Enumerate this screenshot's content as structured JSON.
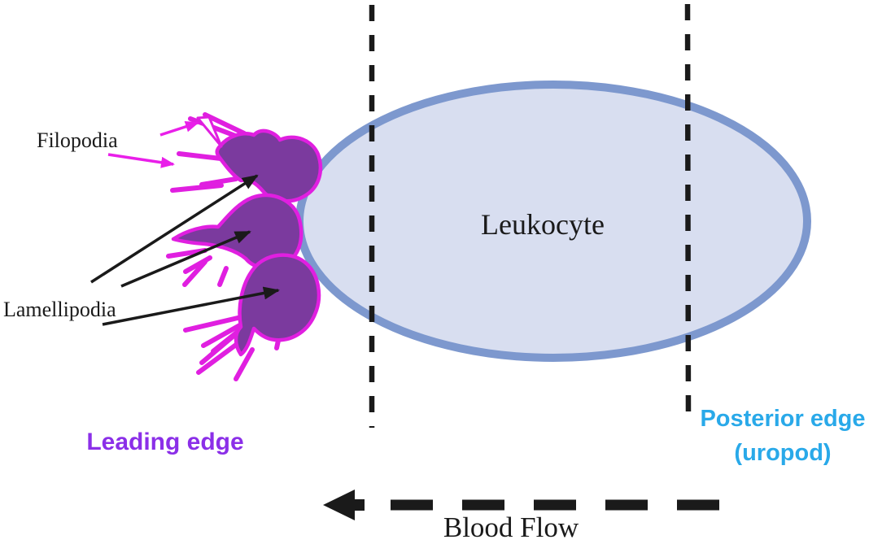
{
  "diagram": {
    "labels": {
      "filopodia": "Filopodia",
      "lamellipodia": "Lamellipodia",
      "leukocyte": "Leukocyte",
      "leading_edge": "Leading edge",
      "posterior_edge_line1": "Posterior edge",
      "posterior_edge_line2": "(uropod)",
      "blood_flow": "Blood Flow"
    },
    "colors": {
      "background": "#ffffff",
      "cell_fill": "#d8def0",
      "cell_border": "#7d98ce",
      "blob_fill": "#7b3a9e",
      "blob_outline": "#e01fe0",
      "filopodia_arrow": "#e91fe9",
      "black_ink": "#1a1a1a",
      "leading_edge_text": "#8b2fe8",
      "posterior_edge_text": "#29a9e9"
    }
  }
}
